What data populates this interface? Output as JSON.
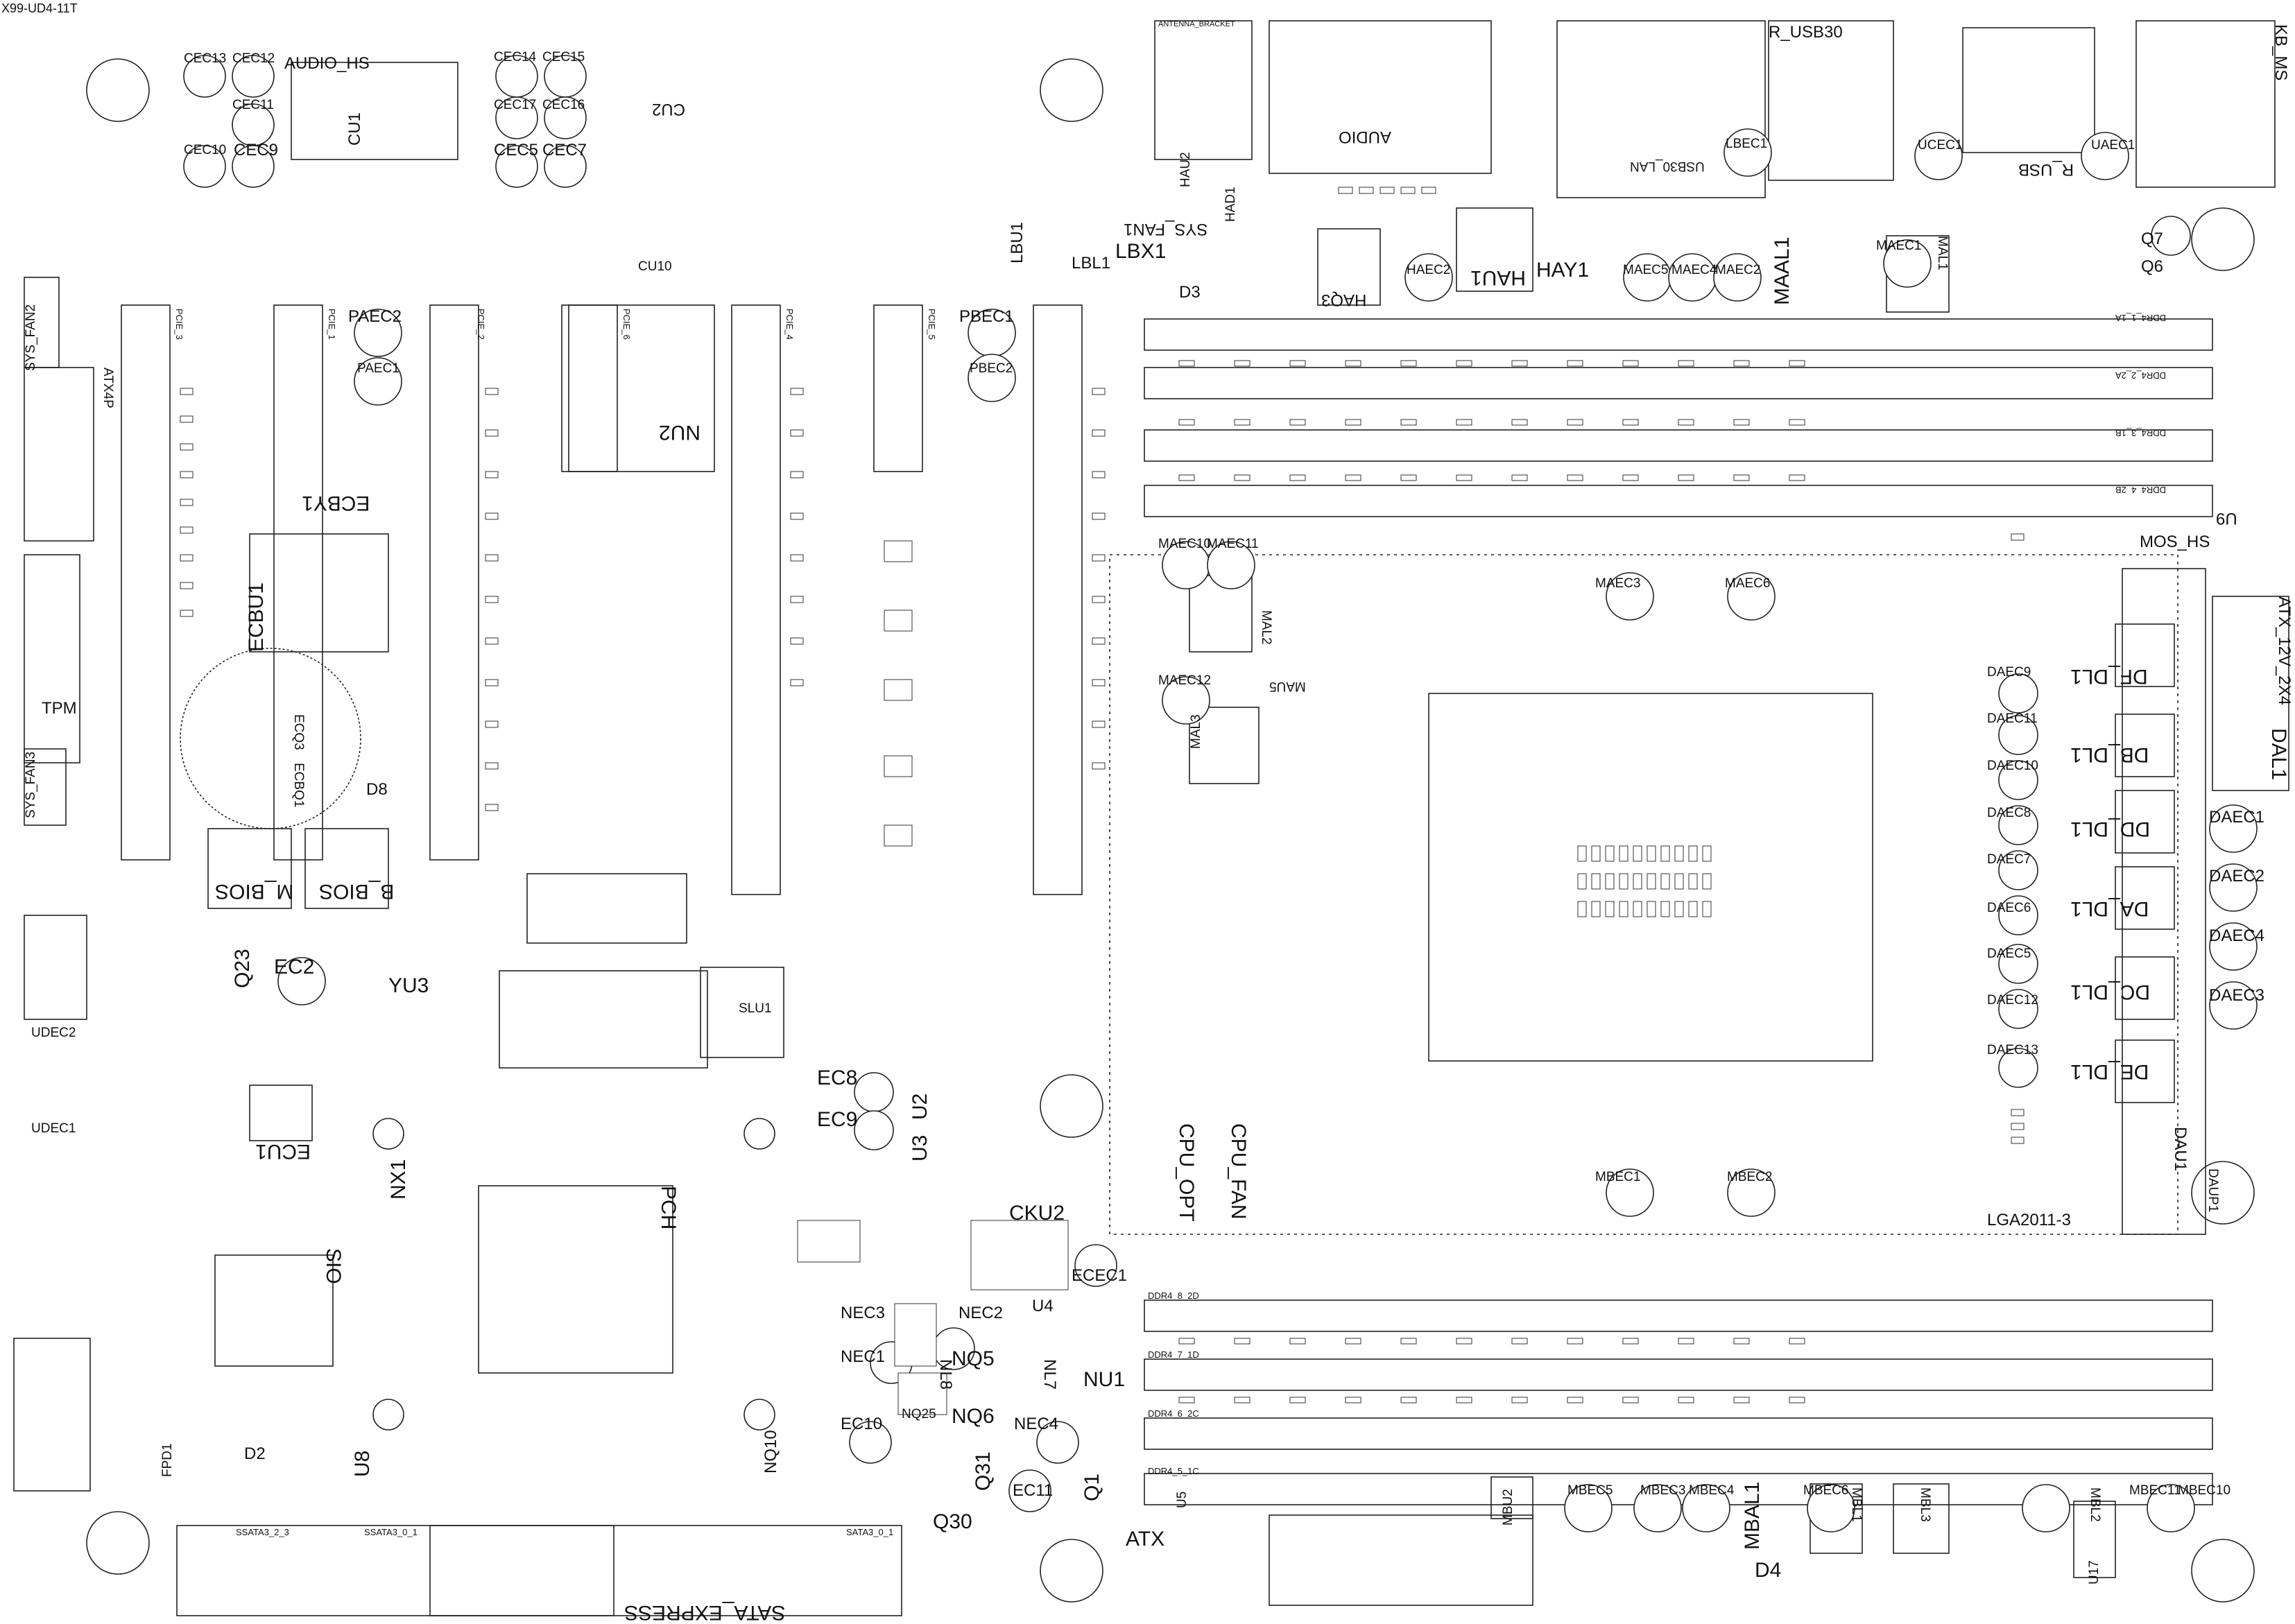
{
  "board": {
    "model": "X99-UD4-11T",
    "socket": "LGA2011-3"
  },
  "labels": {
    "audio_hs": "AUDIO_HS",
    "audio": "AUDIO",
    "r_usb30": "R_USB30",
    "usb30_lan": "USB30_LAN",
    "kb_ms": "KB_MS",
    "r_usb": "R_USB",
    "cu1": "CU1",
    "cu2": "CU2",
    "cu10": "CU10",
    "nu2": "NU2",
    "ecby1": "ECBY1",
    "ecbu1": "ECBU1",
    "ecq3": "ECQ3",
    "ecbq1": "ECBQ1",
    "tpm": "TPM",
    "sys_fan2": "SYS_FAN2",
    "sys_fan3": "SYS_FAN3",
    "atx4p": "ATX4P",
    "m_bios": "M_BIOS",
    "b_bios": "B_BIOS",
    "ec2": "EC2",
    "q23": "Q23",
    "yu3": "YU3",
    "slu1": "SLU1",
    "ecu1": "ECU1",
    "nx1": "NX1",
    "pch": "PCH",
    "sio": "SIO",
    "u8": "U8",
    "u2": "U2",
    "u3": "U3",
    "ec8": "EC8",
    "ec9": "EC9",
    "cku2": "CKU2",
    "ecec1": "ECEC1",
    "nec1": "NEC1",
    "nec2": "NEC2",
    "nec3": "NEC3",
    "nec4": "NEC4",
    "nq5": "NQ5",
    "nq6": "NQ6",
    "nq25": "NQ25",
    "nl7": "NL7",
    "nl8": "NL8",
    "nu1": "NU1",
    "u4": "U4",
    "ec10": "EC10",
    "ec11": "EC11",
    "q30": "Q30",
    "q31": "Q31",
    "q1": "Q1",
    "nq10": "NQ10",
    "atx": "ATX",
    "sata_express": "SATA_EXPRESS",
    "ssata3_2_3": "SSATA3_2_3",
    "ssata3_0_1": "SSATA3_0_1",
    "sata3_0_1": "SATA3_0_1",
    "cpu_fan": "CPU_FAN",
    "cpu_opt": "CPU_OPT",
    "mbec1": "MBEC1",
    "mbec2": "MBEC2",
    "mbec3": "MBEC3",
    "mbec4": "MBEC4",
    "mbec5": "MBEC5",
    "mbec6": "MBEC6",
    "mbec10": "MBEC10",
    "mbec11": "MBEC11",
    "mbal1": "MBAL1",
    "mbl1": "MBL1",
    "mbl2": "MBL2",
    "mbl3": "MBL3",
    "mbu2": "MBU2",
    "d4": "D4",
    "u5": "U5",
    "u17": "U17",
    "maec3": "MAEC3",
    "maec6": "MAEC6",
    "maec10": "MAEC10",
    "maec11": "MAEC11",
    "maec12": "MAEC12",
    "mal2": "MAL2",
    "mal3": "MAL3",
    "mau5": "MAU5",
    "mos_hs": "MOS_HS",
    "u9": "U9",
    "atx_12v": "ATX_12V_2X4",
    "dal1": "DAL1",
    "daec1": "DAEC1",
    "daec2": "DAEC2",
    "daec3": "DAEC3",
    "daec4": "DAEC4",
    "daec5": "DAEC5",
    "daec6": "DAEC6",
    "daec7": "DAEC7",
    "daec8": "DAEC8",
    "daec9": "DAEC9",
    "daec10": "DAEC10",
    "daec11": "DAEC11",
    "daec12": "DAEC12",
    "daec13": "DAEC13",
    "df_dl1": "DF_DL1",
    "db_dl1": "DB_DL1",
    "dd_dl1": "DD_DL1",
    "da_dl1": "DA_DL1",
    "dc_dl1": "DC_DL1",
    "de_dl1": "DE_DL1",
    "dau1": "DAU1",
    "daup1": "DAUP1",
    "q6": "Q6",
    "q7": "Q7",
    "uaec1": "UAEC1",
    "ucec1": "UCEC1",
    "lbec1": "LBEC1",
    "maal1": "MAAL1",
    "mal1": "MAL1",
    "maec1": "MAEC1",
    "maec2": "MAEC2",
    "maec4": "MAEC4",
    "maec5": "MAEC5",
    "hay1": "HAY1",
    "hau1": "HAU1",
    "haec2": "HAEC2",
    "haq3": "HAQ3",
    "hau2": "HAU2",
    "had1": "HAD1",
    "sys_fan1": "SYS_FAN1",
    "lbx1": "LBX1",
    "lbl1": "LBL1",
    "lbu1": "LBU1",
    "d3": "D3",
    "pbec1": "PBEC1",
    "pbec2": "PBEC2",
    "paec1": "PAEC1",
    "paec2": "PAEC2",
    "cec5": "CEC5",
    "cec7": "CEC7",
    "cec9": "CEC9",
    "cec10": "CEC10",
    "cec11": "CEC11",
    "cec12": "CEC12",
    "cec13": "CEC13",
    "cec14": "CEC14",
    "cec15": "CEC15",
    "cec16": "CEC16",
    "cec17": "CEC17",
    "udec1": "UDEC1",
    "udec2": "UDEC2",
    "fpd1": "FPD1",
    "d2": "D2",
    "d8": "D8",
    "ddr4_1a": "DDR4_1_1A",
    "ddr4_2a": "DDR4_2_2A",
    "ddr4_3b": "DDR4_3_1B",
    "ddr4_4b": "DDR4_4_2B",
    "ddr4_8d": "DDR4_8_2D",
    "ddr4_7d": "DDR4_7_1D",
    "ddr4_6c": "DDR4_6_2C",
    "ddr4_5c": "DDR4_5_1C",
    "antenna_bracket": "ANTENNA_BRACKET",
    "pcie_1": "PCIE_1",
    "pcie_2": "PCIE_2",
    "pcie_3": "PCIE_3",
    "pcie_4": "PCIE_4",
    "pcie_5": "PCIE_5",
    "pcie_6": "PCIE_6"
  }
}
